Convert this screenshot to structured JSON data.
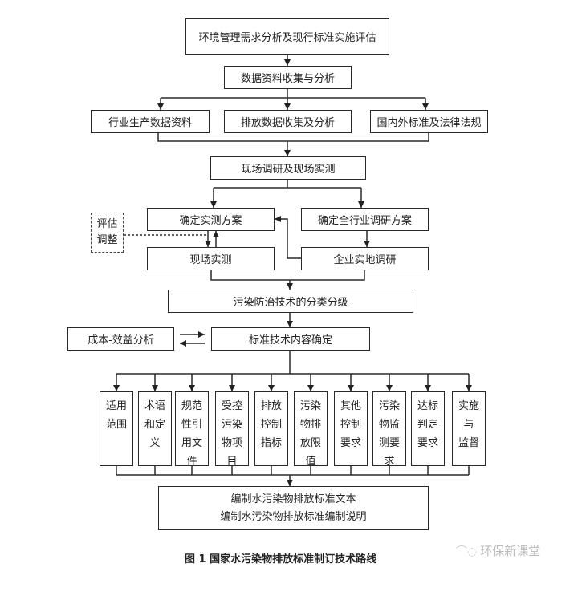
{
  "diagram": {
    "nodes": {
      "env_assessment": "环境管理需求分析及现行标准实施评估",
      "data_collection": "数据资料收集与分析",
      "industry_data": "行业生产数据资料",
      "emission_data": "排放数据收集及分析",
      "standards_laws": "国内外标准及法律法规",
      "field_research": "现场调研及现场实测",
      "measure_plan": "确定实测方案",
      "survey_plan": "确定全行业调研方案",
      "eval_adjust": [
        "评估",
        "调整"
      ],
      "field_measure": "现场实测",
      "enterprise_survey": "企业实地调研",
      "tech_classification": "污染防治技术的分类分级",
      "cost_benefit": "成本-效益分析",
      "content_determination": "标准技术内容确定",
      "final_lines": [
        "编制水污染物排放标准文本",
        "编制水污染物排放标准编制说明"
      ]
    },
    "items": [
      [
        "适用",
        "范围"
      ],
      [
        "术语",
        "和定",
        "义"
      ],
      [
        "规范",
        "性引",
        "用文",
        "件"
      ],
      [
        "受控",
        "污染",
        "物项",
        "目"
      ],
      [
        "排放",
        "控制",
        "指标"
      ],
      [
        "污染",
        "物排",
        "放限",
        "值"
      ],
      [
        "其他",
        "控制",
        "要求"
      ],
      [
        "污染",
        "物监",
        "测要",
        "求"
      ],
      [
        "达标",
        "判定",
        "要求"
      ],
      [
        "实施",
        "与",
        "监督"
      ]
    ],
    "caption": "图 1  国家水污染物排放标准制订技术路线",
    "watermark": "环保新课堂"
  }
}
